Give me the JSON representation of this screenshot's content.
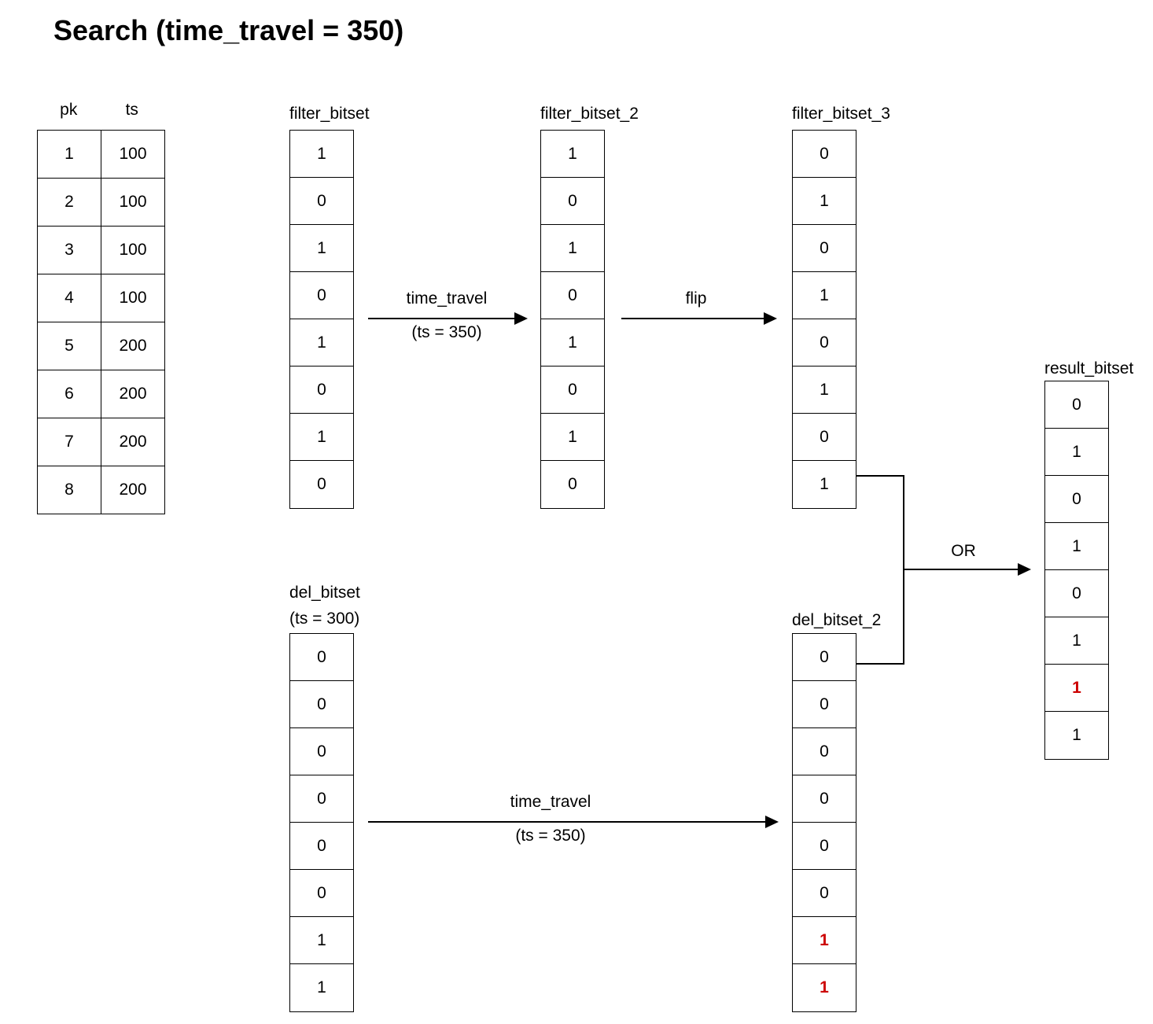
{
  "title": "Search (time_travel = 350)",
  "colors": {
    "highlight": "#cc0000",
    "stroke": "#000000",
    "background": "#ffffff",
    "text": "#000000"
  },
  "main_table": {
    "name": "records-table",
    "headers": [
      "pk",
      "ts"
    ],
    "rows": [
      {
        "pk": "1",
        "ts": "100"
      },
      {
        "pk": "2",
        "ts": "100"
      },
      {
        "pk": "3",
        "ts": "100"
      },
      {
        "pk": "4",
        "ts": "100"
      },
      {
        "pk": "5",
        "ts": "200"
      },
      {
        "pk": "6",
        "ts": "200"
      },
      {
        "pk": "7",
        "ts": "200"
      },
      {
        "pk": "8",
        "ts": "200"
      }
    ]
  },
  "bitsets": {
    "filter_bitset": {
      "label": "filter_bitset",
      "sublabel": "",
      "bits": [
        "1",
        "0",
        "1",
        "0",
        "1",
        "0",
        "1",
        "0"
      ],
      "highlighted": []
    },
    "filter_bitset_2": {
      "label": "filter_bitset_2",
      "sublabel": "",
      "bits": [
        "1",
        "0",
        "1",
        "0",
        "1",
        "0",
        "1",
        "0"
      ],
      "highlighted": []
    },
    "filter_bitset_3": {
      "label": "filter_bitset_3",
      "sublabel": "",
      "bits": [
        "0",
        "1",
        "0",
        "1",
        "0",
        "1",
        "0",
        "1"
      ],
      "highlighted": []
    },
    "del_bitset": {
      "label": "del_bitset",
      "sublabel": "(ts = 300)",
      "bits": [
        "0",
        "0",
        "0",
        "0",
        "0",
        "0",
        "1",
        "1"
      ],
      "highlighted": []
    },
    "del_bitset_2": {
      "label": "del_bitset_2",
      "sublabel": "",
      "bits": [
        "0",
        "0",
        "0",
        "0",
        "0",
        "0",
        "1",
        "1"
      ],
      "highlighted": [
        6,
        7
      ]
    },
    "result_bitset": {
      "label": "result_bitset",
      "sublabel": "",
      "bits": [
        "0",
        "1",
        "0",
        "1",
        "0",
        "1",
        "1",
        "1"
      ],
      "highlighted": [
        6
      ]
    }
  },
  "edges": {
    "time_travel_top": {
      "line1": "time_travel",
      "line2": "(ts = 350)"
    },
    "flip": {
      "line1": "flip",
      "line2": ""
    },
    "time_travel_bottom": {
      "line1": "time_travel",
      "line2": "(ts = 350)"
    },
    "or": {
      "line1": "OR",
      "line2": ""
    }
  }
}
